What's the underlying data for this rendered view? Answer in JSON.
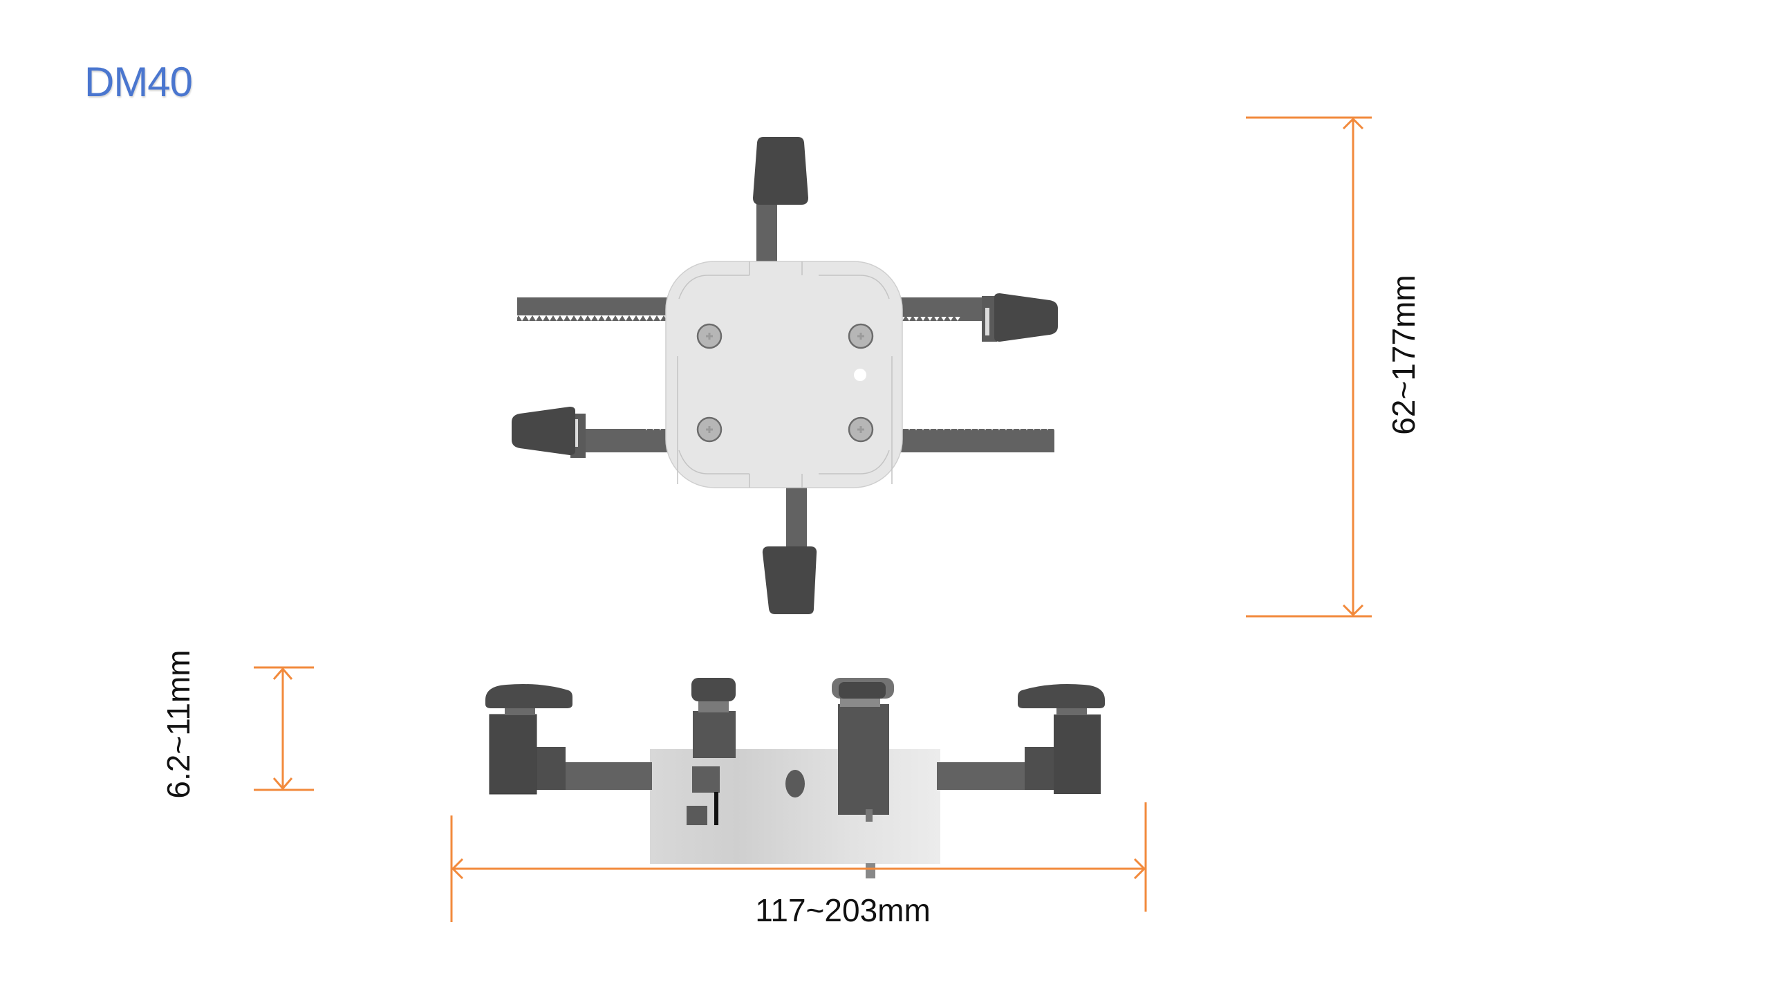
{
  "title": "DM40",
  "dimensions": {
    "height_range": "62~177mm",
    "thickness_range": "6.2~11mm",
    "width_range": "117~203mm"
  },
  "colors": {
    "title": "#4a76cf",
    "dimension_line": "#f28a3c",
    "clamp_dark": "#474747",
    "arm": "#626262",
    "plate": "#e6e6e6"
  },
  "views": {
    "top": "top-view",
    "side": "side-view"
  }
}
